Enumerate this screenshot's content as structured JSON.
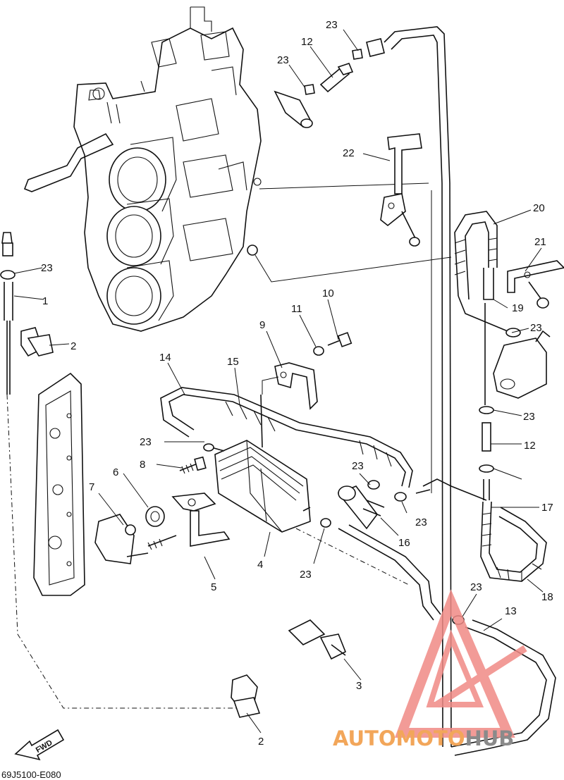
{
  "diagram": {
    "code": "69J5100-E080",
    "fwd_label": "FWD",
    "callouts": [
      "23",
      "12",
      "23",
      "22",
      "20",
      "21",
      "23",
      "1",
      "2",
      "19",
      "23",
      "10",
      "11",
      "9",
      "14",
      "15",
      "23",
      "12",
      "8",
      "23",
      "23",
      "6",
      "7",
      "17",
      "23",
      "16",
      "4",
      "23",
      "5",
      "18",
      "23",
      "13",
      "3",
      "2"
    ]
  },
  "watermark": {
    "brand_part_1": "AUTOMOTO",
    "brand_part_2": "HUB",
    "colors": {
      "orange": "#f2a65a",
      "red": "#e8413b",
      "gray": "#8a8a8a",
      "triangle": "#f08a86"
    }
  }
}
